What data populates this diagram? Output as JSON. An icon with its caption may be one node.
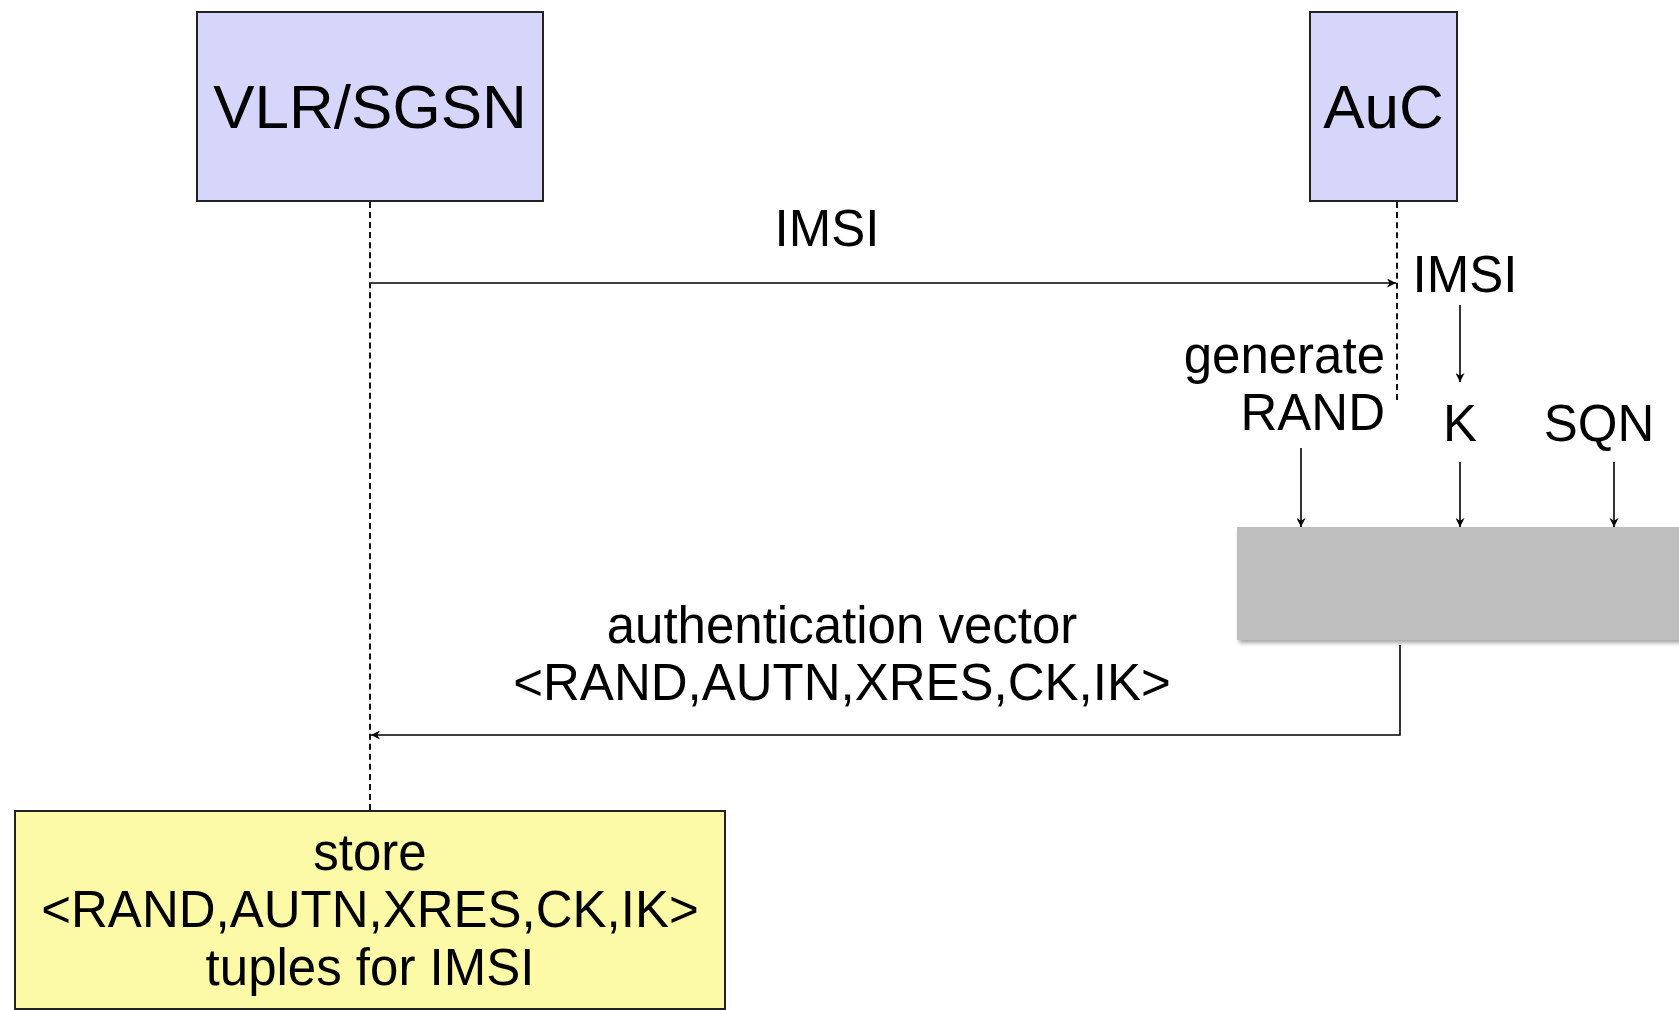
{
  "diagram": {
    "nodes": [
      {
        "text": [
          "VLR/SGSN"
        ]
      },
      {
        "text": [
          "AuC"
        ]
      },
      {
        "text": [],
        "shape": "line"
      },
      {
        "text": [],
        "shape": "line"
      },
      {
        "text": [
          "IMSI"
        ]
      },
      {
        "text": [
          "generate RAND"
        ]
      },
      {
        "text": [
          "K"
        ]
      },
      {
        "text": [
          "SQN"
        ]
      },
      {
        "text": [],
        "shape": "box"
      },
      {
        "text": [
          "store <RAND,AUTN,XRES,CK,IK> tuples for IMSI"
        ]
      }
    ],
    "edges": [
      {
        "from": 2,
        "to": 3,
        "arrow": "to",
        "label": "IMSI"
      },
      {
        "from": 4,
        "to": 6,
        "arrow": "to"
      },
      {
        "from": 5,
        "to": 8,
        "arrow": "to"
      },
      {
        "from": 6,
        "to": 8,
        "arrow": "to"
      },
      {
        "from": 7,
        "to": 8,
        "arrow": "to"
      },
      {
        "from": 8,
        "to": 2,
        "arrow": "to",
        "label": "authentication vector <RAND,AUTN,XRES,CK,IK>"
      }
    ]
  }
}
